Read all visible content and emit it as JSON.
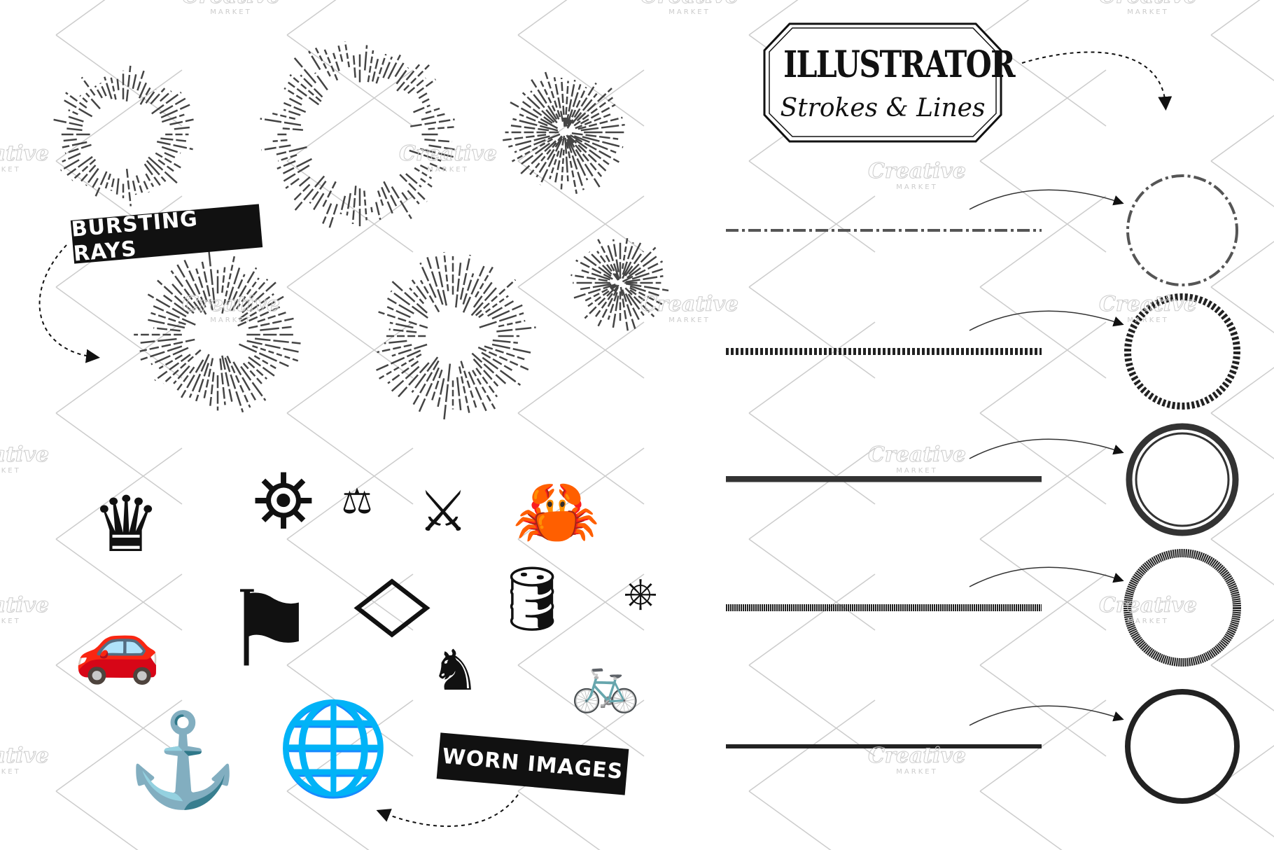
{
  "badge": {
    "title": "ILLUSTRATOR",
    "subtitle": "Strokes & Lines"
  },
  "labels": {
    "bursting": "BURSTING RAYS",
    "worn": "WORN IMAGES"
  },
  "watermark": {
    "brand": "Creative",
    "sub": "MARKET"
  },
  "colors": {
    "ink": "#111111",
    "ray": "#444444",
    "watermark_line": "#cccccc"
  },
  "stroke_styles": [
    "dash-dot",
    "rope",
    "double-line",
    "grunge",
    "solid"
  ],
  "icons": [
    {
      "name": "crown-icon",
      "glyph": "♛"
    },
    {
      "name": "windmill-icon",
      "glyph": "⛯"
    },
    {
      "name": "scales-icon",
      "glyph": "⚖"
    },
    {
      "name": "crossed-axes-icon",
      "glyph": "⚔"
    },
    {
      "name": "crab-icon",
      "glyph": "🦀"
    },
    {
      "name": "flag-icon",
      "glyph": "⚑"
    },
    {
      "name": "diamond-frame-icon",
      "glyph": "◇"
    },
    {
      "name": "barrel-icon",
      "glyph": "🛢"
    },
    {
      "name": "ship-wheel-icon",
      "glyph": "⎈"
    },
    {
      "name": "vintage-car-icon",
      "glyph": "🚗"
    },
    {
      "name": "horse-icon",
      "glyph": "♞"
    },
    {
      "name": "bicycle-icon",
      "glyph": "🚲"
    },
    {
      "name": "anchor-icon",
      "glyph": "⚓"
    },
    {
      "name": "globe-icon",
      "glyph": "🌐"
    }
  ]
}
